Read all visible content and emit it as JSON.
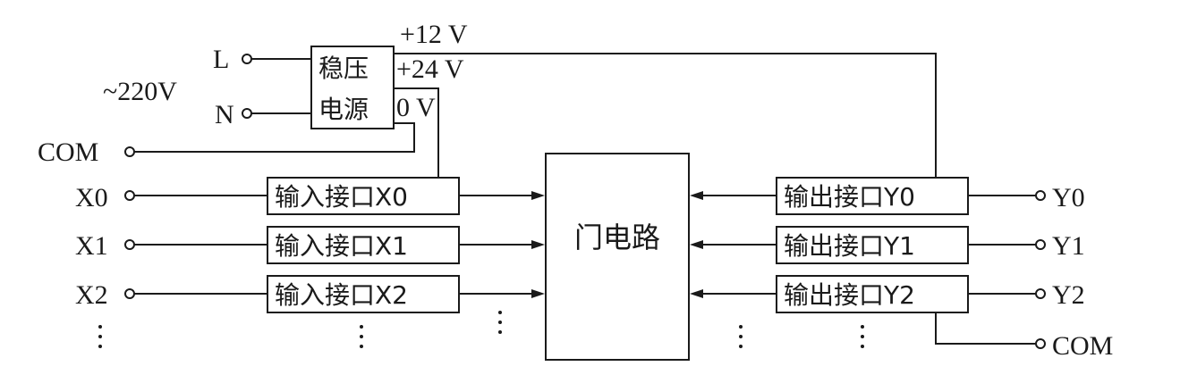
{
  "supply": {
    "ac_label": "~220V",
    "line_label": "L",
    "neutral_label": "N",
    "com_label": "COM",
    "psu_line1": "稳压",
    "psu_line2": "电源",
    "out_12v": "+12 V",
    "out_24v": "+24 V",
    "out_0v": "0 V"
  },
  "inputs": [
    {
      "terminal": "X0",
      "box": "输入接口X0"
    },
    {
      "terminal": "X1",
      "box": "输入接口X1"
    },
    {
      "terminal": "X2",
      "box": "输入接口X2"
    }
  ],
  "gate": {
    "label": "门电路"
  },
  "outputs": [
    {
      "terminal": "Y0",
      "box": "输出接口Y0"
    },
    {
      "terminal": "Y1",
      "box": "输出接口Y1"
    },
    {
      "terminal": "Y2",
      "box": "输出接口Y2"
    }
  ],
  "output_com_label": "COM",
  "ellipsis": "⋮"
}
